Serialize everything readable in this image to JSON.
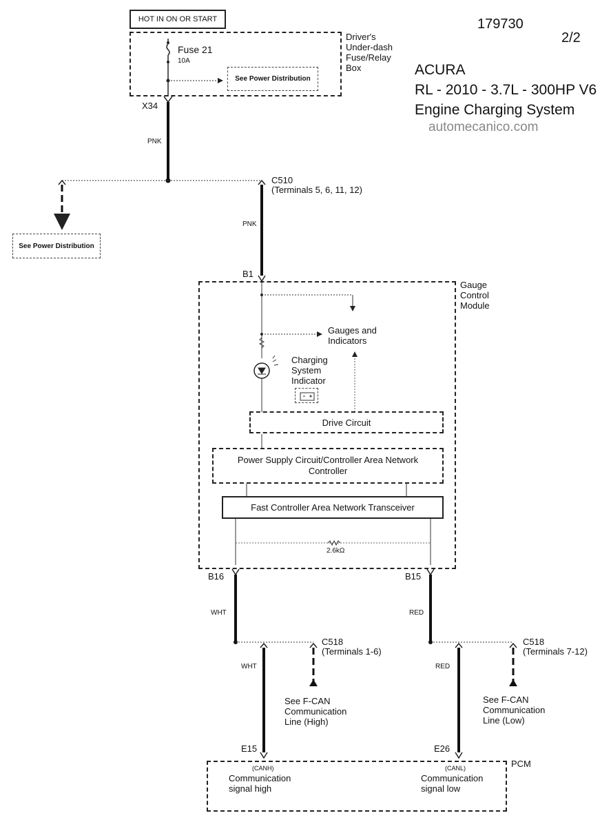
{
  "header": {
    "doc_number": "179730",
    "page": "2/2",
    "make": "ACURA",
    "model": "RL - 2010 - 3.7L - 300HP  V6",
    "system": "Engine Charging System",
    "watermark": "automecanico.com"
  },
  "fuse_box": {
    "hot_label": "HOT IN ON OR START",
    "name_lines": [
      "Driver's",
      "Under-dash",
      "Fuse/Relay",
      "Box"
    ],
    "fuse_label": "Fuse 21",
    "fuse_rating": "10A",
    "see_power": "See Power Distribution",
    "connector": "X34"
  },
  "wires": {
    "pnk_1": "PNK",
    "pnk_2": "PNK",
    "wht_1": "WHT",
    "wht_2": "WHT",
    "red_1": "RED",
    "red_2": "RED"
  },
  "c510": {
    "name": "C510",
    "terminals": "(Terminals 5, 6, 11, 12)"
  },
  "left_branch": {
    "see_power": "See Power Distribution"
  },
  "gauge_module": {
    "pin_in": "B1",
    "name_lines": [
      "Gauge",
      "Control",
      "Module"
    ],
    "gauges_lines": [
      "Gauges and",
      "Indicators"
    ],
    "indicator_lines": [
      "Charging",
      "System",
      "Indicator"
    ],
    "drive_circuit": "Drive Circuit",
    "power_supply_lines": [
      "Power Supply Circuit/Controller Area Network",
      "Controller"
    ],
    "transceiver": "Fast Controller Area Network Transceiver",
    "resistor": "2.6kΩ",
    "pin_left": "B16",
    "pin_right": "B15"
  },
  "c518_left": {
    "name": "C518",
    "terminals": "(Terminals 1-6)",
    "see_lines": [
      "See F-CAN",
      "Communication",
      "Line (High)"
    ]
  },
  "c518_right": {
    "name": "C518",
    "terminals": "(Terminals 7-12)",
    "see_lines": [
      "See F-CAN",
      "Communication",
      "Line (Low)"
    ]
  },
  "pcm": {
    "name": "PCM",
    "pin_left": "E15",
    "pin_right": "E26",
    "canh": "(CANH)",
    "canl": "(CANL)",
    "left_lines": [
      "Communication",
      "signal high"
    ],
    "right_lines": [
      "Communication",
      "signal low"
    ]
  }
}
